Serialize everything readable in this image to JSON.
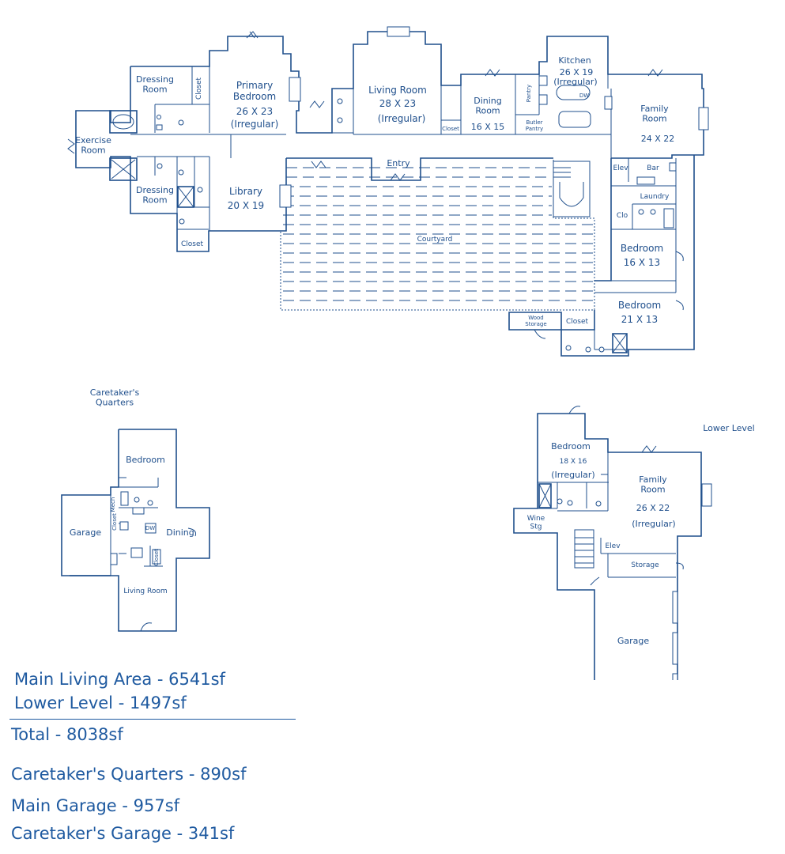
{
  "main_level": {
    "rooms": {
      "exercise": {
        "name": "Exercise\nRoom"
      },
      "dressing_top": {
        "name": "Dressing\nRoom"
      },
      "dressing_bottom": {
        "name": "Dressing\nRoom"
      },
      "closet_primary": {
        "name": "Closet"
      },
      "primary": {
        "name": "Primary\nBedroom",
        "dims": "26 X 23",
        "note": "(Irregular)"
      },
      "living": {
        "name": "Living Room",
        "dims": "28 X 23",
        "note": "(Irregular)"
      },
      "closet_living": {
        "name": "Closet"
      },
      "dining": {
        "name": "Dining\nRoom",
        "dims": "16 X 15"
      },
      "pantry": {
        "name": "Pantry"
      },
      "butler": {
        "name": "Butler\nPantry"
      },
      "kitchen": {
        "name": "Kitchen",
        "dims": "26 X 19",
        "note": "(Irregular)"
      },
      "family": {
        "name": "Family\nRoom",
        "dims": "24 X 22"
      },
      "entry": {
        "name": "Entry"
      },
      "library": {
        "name": "Library",
        "dims": "20 X 19"
      },
      "closet_library": {
        "name": "Closet"
      },
      "courtyard": {
        "name": "Courtyard"
      },
      "elev": {
        "name": "Elev"
      },
      "bar": {
        "name": "Bar"
      },
      "laundry": {
        "name": "Laundry"
      },
      "clo": {
        "name": "Clo"
      },
      "bedroom1": {
        "name": "Bedroom",
        "dims": "16 X 13"
      },
      "bedroom2": {
        "name": "Bedroom",
        "dims": "21 X 13"
      },
      "wood": {
        "name": "Wood\nStorage"
      },
      "closet_bed": {
        "name": "Closet"
      },
      "dw": {
        "name": "DW"
      }
    }
  },
  "caretaker": {
    "title": "Caretaker's\nQuarters",
    "rooms": {
      "bedroom": {
        "name": "Bedroom"
      },
      "garage": {
        "name": "Garage"
      },
      "dining": {
        "name": "Dining"
      },
      "living": {
        "name": "Living Room"
      },
      "mech": {
        "name": "Mech"
      },
      "closet1": {
        "name": "Closet"
      },
      "closet2": {
        "name": "Closet"
      },
      "dw": {
        "name": "DW"
      }
    }
  },
  "lower_level": {
    "title": "Lower Level",
    "rooms": {
      "bedroom": {
        "name": "Bedroom",
        "dims": "18 X 16",
        "note": "(Irregular)"
      },
      "family": {
        "name": "Family\nRoom",
        "dims": "26 X 22",
        "note": "(Irregular)"
      },
      "wine": {
        "name": "Wine\nStg"
      },
      "elev": {
        "name": "Elev"
      },
      "storage": {
        "name": "Storage"
      },
      "garage": {
        "name": "Garage"
      }
    }
  },
  "summary": {
    "main_living": "Main Living Area - 6541sf",
    "lower_level": "Lower Level - 1497sf",
    "total": "Total - 8038sf",
    "caretaker": "Caretaker's Quarters - 890sf",
    "main_garage": "Main Garage - 957sf",
    "caretaker_garage": "Caretaker's Garage - 341sf"
  },
  "colors": {
    "ink": "#1f4f8c",
    "summary": "#1f5aa0"
  }
}
